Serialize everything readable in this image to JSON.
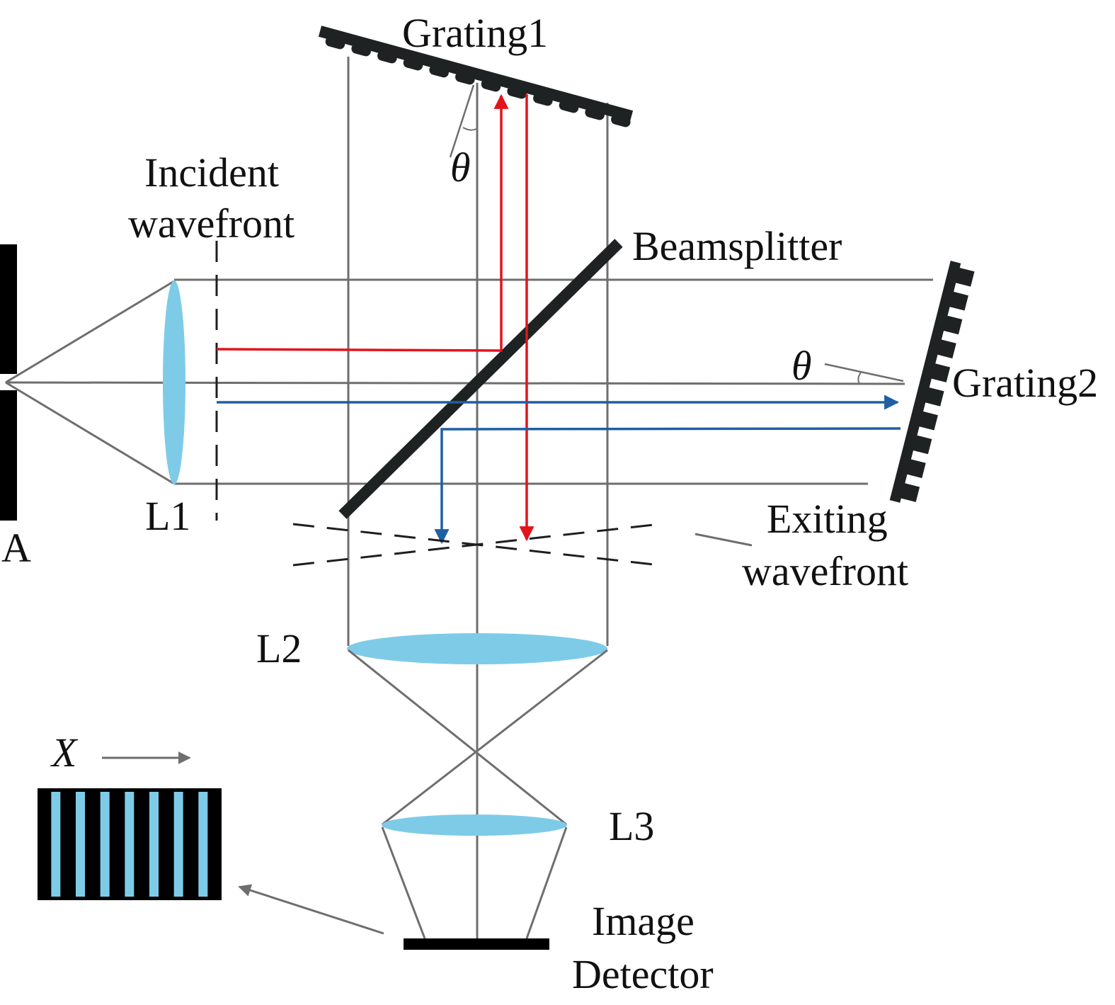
{
  "labels": {
    "grating1": "Grating1",
    "grating2": "Grating2",
    "beamsplitter": "Beamsplitter",
    "incident_line1": "Incident",
    "incident_line2": "wavefront",
    "exiting_line1": "Exiting",
    "exiting_line2": "wavefront",
    "aperture": "A",
    "lens1": "L1",
    "lens2": "L2",
    "lens3": "L3",
    "detector_line1": "Image",
    "detector_line2": "Detector",
    "theta": "θ",
    "x_axis": "X"
  },
  "colors": {
    "lens": "#7ecbe8",
    "red_ray": "#e3131b",
    "blue_ray": "#1f5fa3",
    "ray": "#6e6e6e",
    "element": "#1e2223",
    "fringe_dark": "#000000",
    "fringe_light": "#7ecbe8"
  },
  "fringe_pattern": {
    "bright_fringes": 7
  }
}
